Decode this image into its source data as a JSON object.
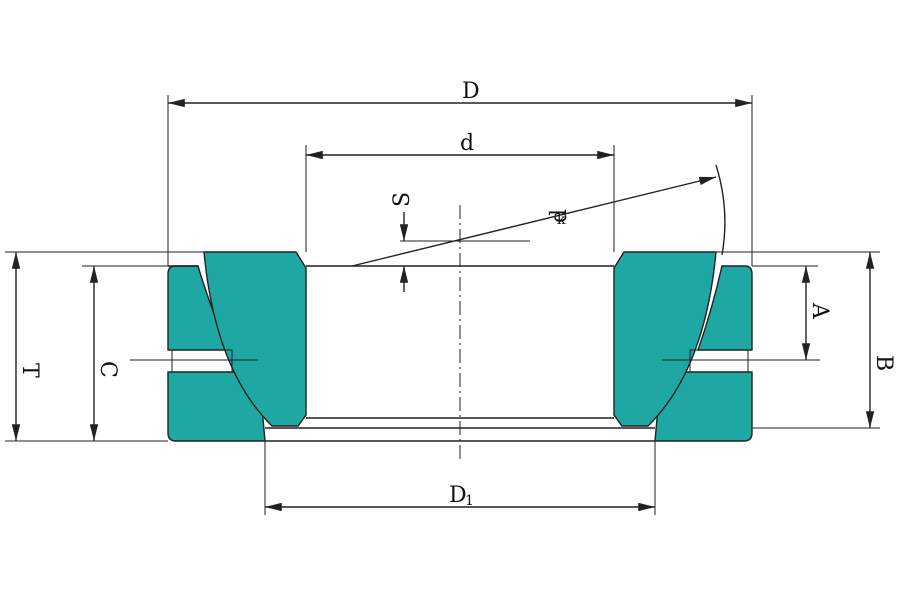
{
  "colors": {
    "part_fill": "#1fa8a3",
    "line": "#222222",
    "background": "#ffffff"
  },
  "dimensions": {
    "D": "D",
    "d": "d",
    "dk": "d",
    "dk_sub": "k",
    "S": "S",
    "A": "A",
    "B": "B",
    "T": "T",
    "C": "C",
    "D1": "D",
    "D1_sub": "1"
  }
}
